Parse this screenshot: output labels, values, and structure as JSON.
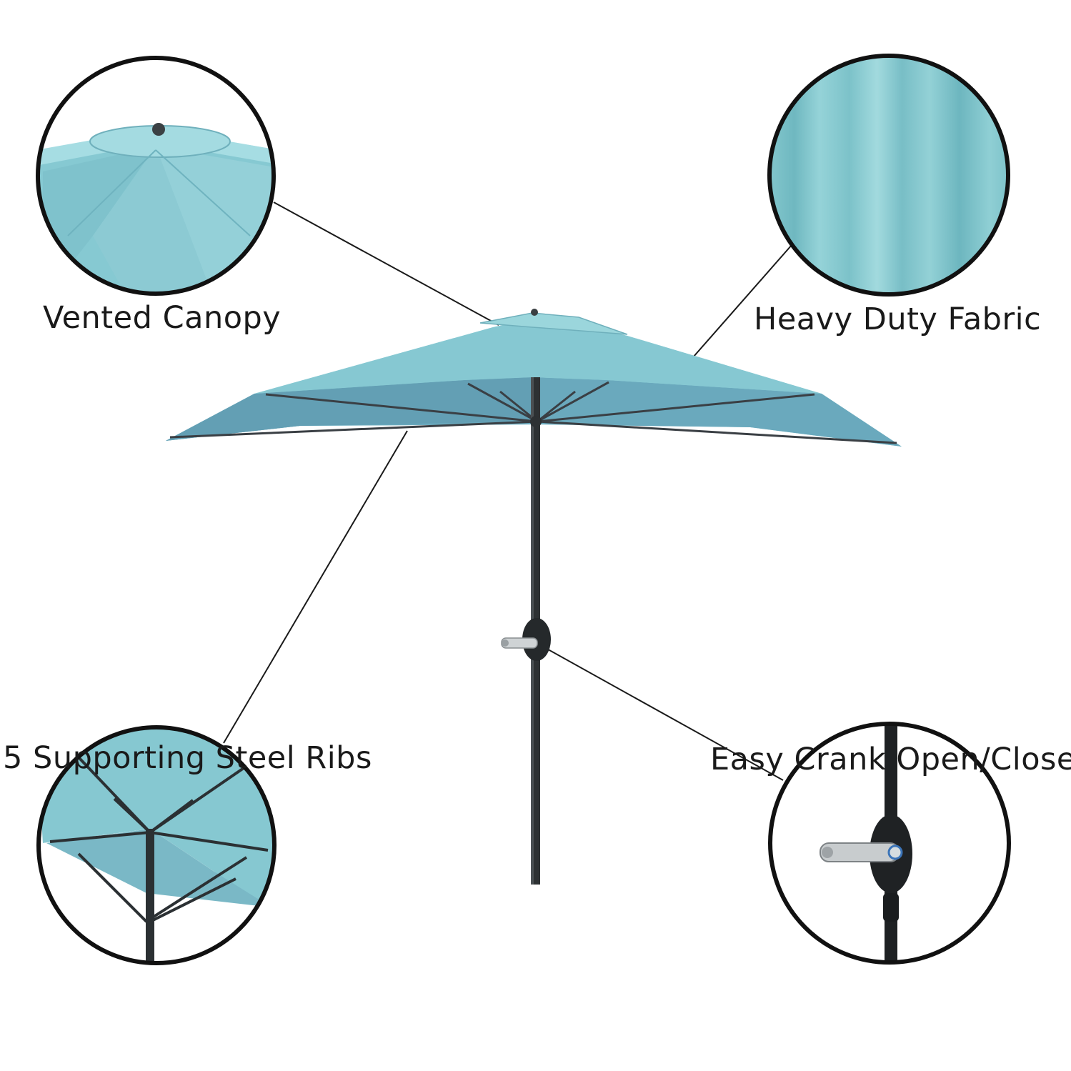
{
  "features": {
    "vented_canopy": "Vented Canopy",
    "heavy_duty_fabric": "Heavy Duty Fabric",
    "steel_ribs": "5 Supporting Steel Ribs",
    "easy_crank": "Easy Crank Open/Close"
  },
  "colors": {
    "canopy": "#7ec5cf",
    "canopy_shadow": "#6aa9bd",
    "pole": "#2d3133",
    "outline": "#111111"
  }
}
